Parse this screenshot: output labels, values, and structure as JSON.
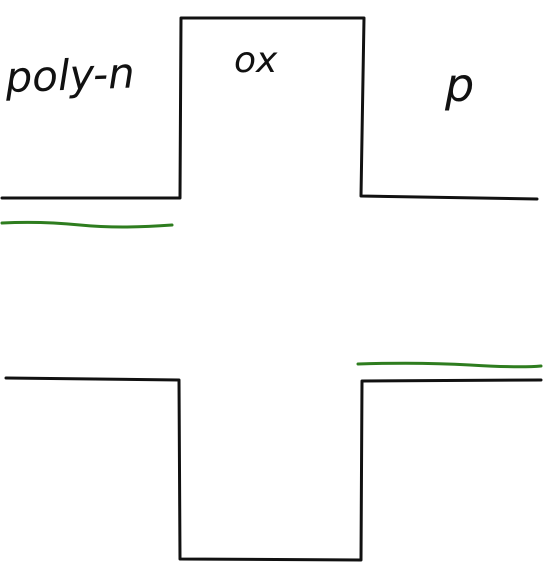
{
  "diagram": {
    "labels": {
      "left_region": "poly-n",
      "middle_region": "ox",
      "right_region": "p"
    },
    "colors": {
      "ink": "#111111",
      "green": "#2e7d1f",
      "background": "#ffffff"
    }
  }
}
